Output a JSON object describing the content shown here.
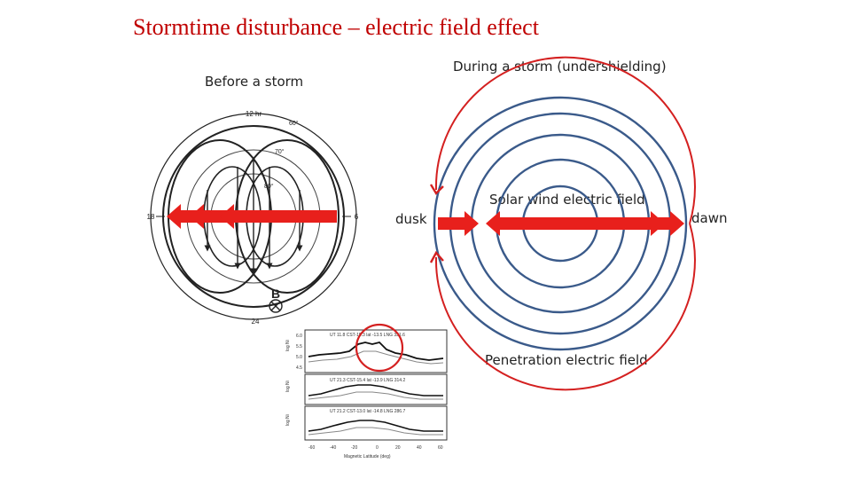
{
  "slide": {
    "title": "Stormtime disturbance – electric field effect",
    "before_label": "Before a storm",
    "during_label": "During a storm (undershielding)",
    "solar_wind_label": "Solar wind electric field",
    "dusk_label": "dusk",
    "dawn_label": "dawn",
    "penetration_label": "Penetration electric field",
    "b_label": "B"
  },
  "left_diagram": {
    "top_label": "12 hr",
    "bottom_label": "24",
    "left_label": "18",
    "right_label": "6",
    "lat_labels": [
      "60°",
      "70°",
      "80°"
    ]
  },
  "inset_plot": {
    "panels": [
      {
        "header": "UT 11.8  CST-15.3  lat -13.5  LNG 331.6"
      },
      {
        "header": "UT 21.3  CST-15.4  lat -13.9  LNG 314.2"
      },
      {
        "header": "UT 21.2  CST-13.0  lat -14.8  LNG 286.7"
      }
    ],
    "ylabel": "log Ni",
    "y_ticks": [
      "6.0",
      "5.5",
      "5.0",
      "4.5"
    ],
    "x_ticks": [
      "-60",
      "-40",
      "-20",
      "0",
      "20",
      "40",
      "60"
    ],
    "xlabel": "Magnetic Latitude (deg)"
  },
  "colors": {
    "title": "#c00000",
    "arrow": "#e8201c",
    "ring": "#3a5a8a",
    "outline": "#222222"
  }
}
